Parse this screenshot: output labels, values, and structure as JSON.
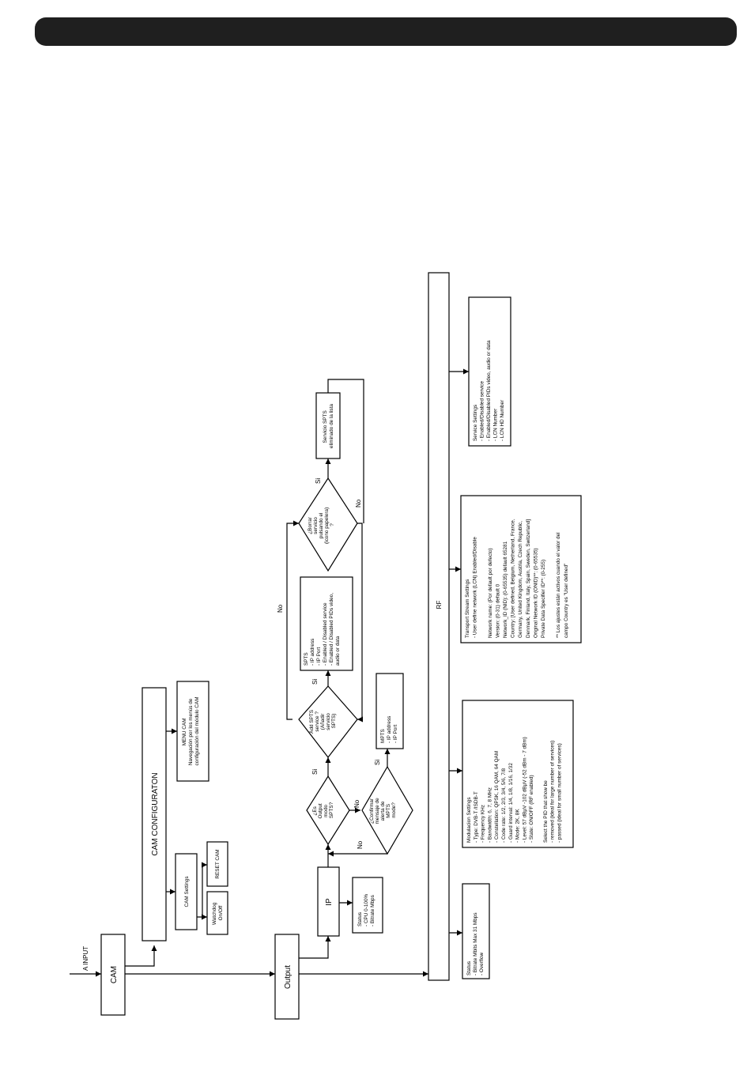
{
  "header_bar": {
    "color": "#1f1f1f"
  },
  "nodes": {
    "a_input": "A INPUT",
    "cam": "CAM",
    "output": "Output",
    "cam_configuration": "CAM CONFIGURATON",
    "cam_settings": "CAM Settings",
    "watchdog": [
      "Watchdog",
      "On/Off"
    ],
    "reset_cam": "RESET CAM",
    "menu_cam": [
      "MENU CAM",
      "Navegación por los menús de",
      "configuración del módulo CAM"
    ],
    "ip": "IP",
    "ip_status": [
      "Status",
      "- CPU 0-100%",
      "- Bitrate Mbps"
    ],
    "rf": "RF",
    "rf_status": [
      "Status",
      "- Bitrate Mbits Max 31 Mbps",
      "- Overflow"
    ],
    "modulation": [
      "Modulacion Settings",
      "- Type: DVB-T /ISDB-T",
      "- Frequency KHz",
      "- Bandwidth: 6, 7, 8 MHz",
      "- Constellation: QPSK, 16 QAM, 64 QAM",
      "- Code rate: 1/2, 2/3, 3/4, 5/6, 7/8",
      "- Guard interval: 1/4, 1/8, 1/16, 1/32",
      "- Mode: 2K, 8K",
      "- Level: 57 dBµV -102 dBµV (-52 dBm - 7 dBm)",
      "- State: ON/OFF (RF enabled)",
      "",
      "Select the PID that show be",
      "- removed (ideal for large number of services)",
      "- passed (ideal for small number of services)"
    ],
    "transport_stream": [
      "Transport Stream Settings",
      "- User define network (LCN) Enabled/Disable",
      "",
      "Network name: (Por default por defecto)",
      "Version: (0-31) default 0",
      "Network_ID (NID): (0-65535) default 65281",
      "Country: [User defined, Belgium, Netherland, France,",
      "Germany, United Kingdom, Austria, Czech Republic,",
      "Denmark, Finland, Italy, Spain, Sweden, Switzerland]",
      "Original Network ID (ONID)**: (0-65535)",
      "Private Data Specifier ID**: (0-255)",
      "",
      "** Los ajustes están activos cuando el valor del",
      "campo Country es \"User defined\""
    ],
    "service_settings": [
      "Service Settings",
      "- Enabled/Disabled service",
      "- Enabled/Disabled PIDs video, audio or data",
      "- LCN Number",
      "- LCN HD Number"
    ],
    "es_output_spts": [
      "¿Es",
      "Output",
      "modo",
      "SPTS?"
    ],
    "confirmar_mpts": [
      "¿Confirmar",
      "mensaje de",
      "alerta de",
      "MPTS",
      "mode?"
    ],
    "mpts": [
      "MPTS",
      "- IP address",
      "- IP Port"
    ],
    "add_spts": [
      "Add SPTS",
      "service ?",
      "(Añadir",
      "servicio",
      "SPTS)"
    ],
    "spts": [
      "SPTS",
      "- IP address",
      "- IP Port",
      "- Enabled / Disabled service",
      "- Enabled / Disabled PIDs video,",
      "audio or data"
    ],
    "borrar_servicio": [
      "¿Borrar",
      "servicio",
      "pulsando el",
      "(icono papelera)",
      "?"
    ],
    "servicio_eliminado": [
      "Servicio SPTS",
      "eliminado de la lista"
    ]
  },
  "edge_labels": {
    "si": "Si",
    "no": "No"
  }
}
